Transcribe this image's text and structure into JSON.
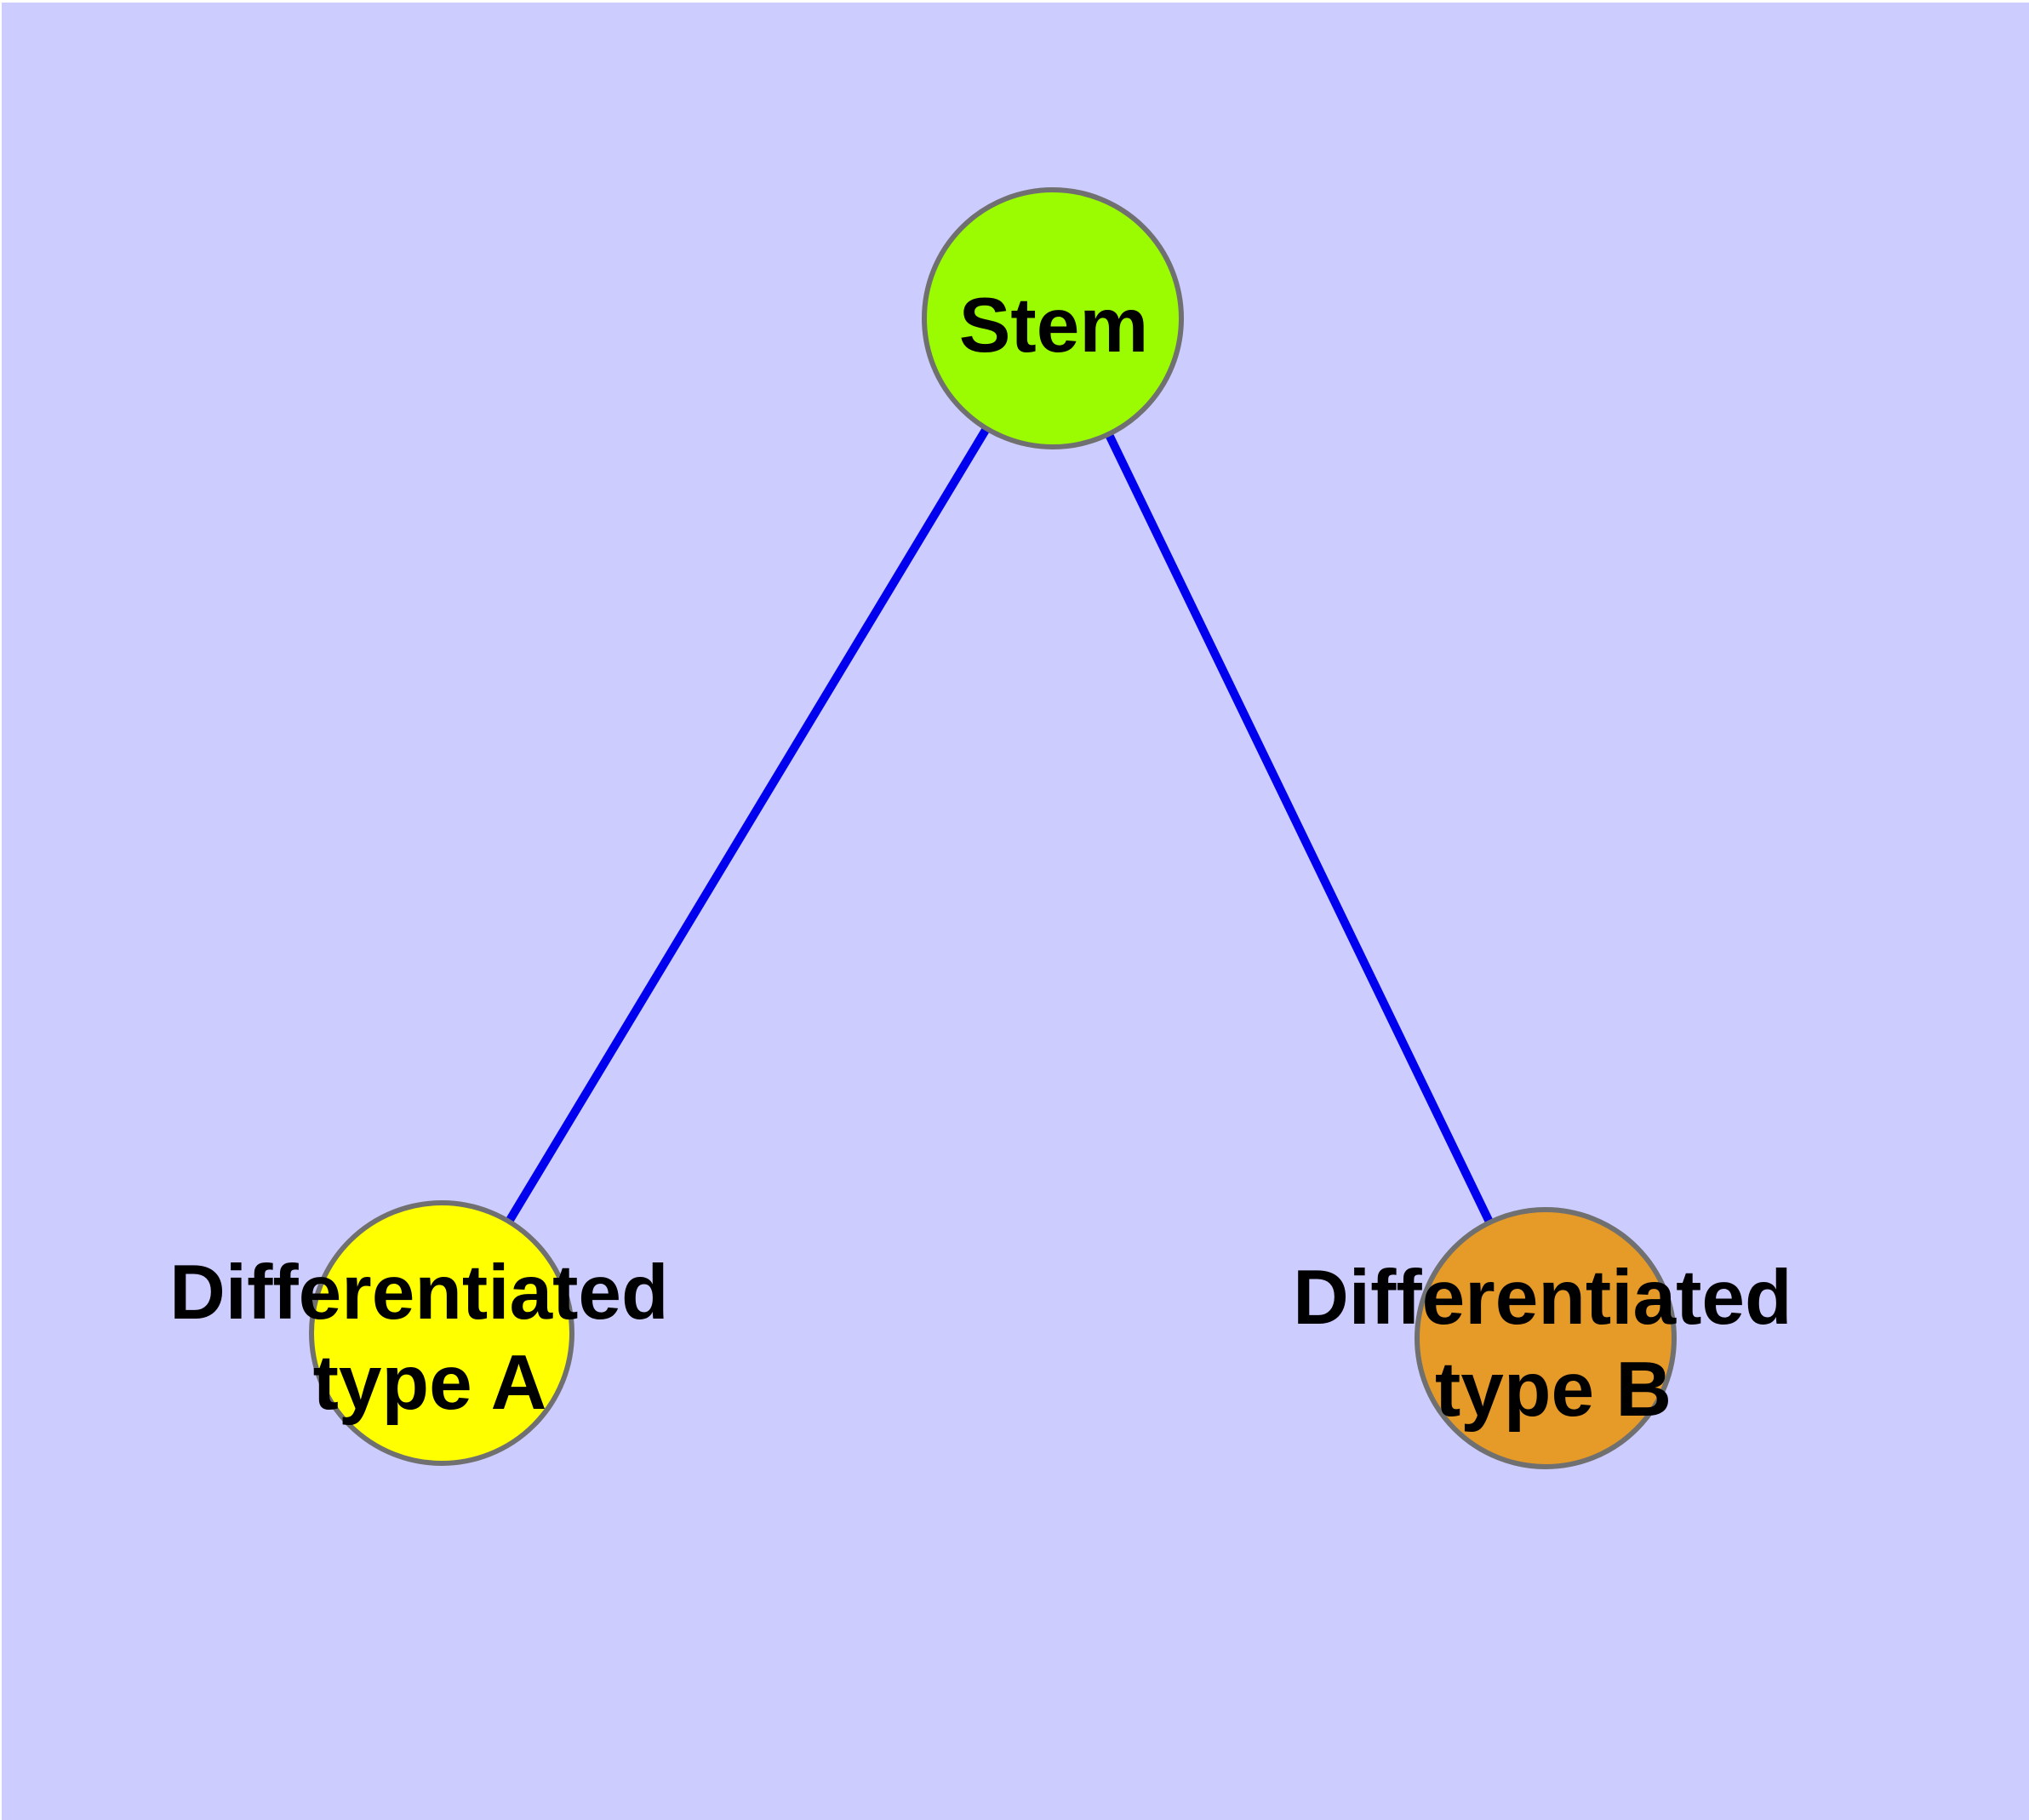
{
  "diagram": {
    "background_color": "#CCCCFF",
    "frame_color": "#FFFFFF",
    "label_color": "#000000",
    "node_border_color": "#707070",
    "edge_color": "#0000EE",
    "nodes": {
      "stem": {
        "label": "Stem",
        "color": "#9BFB00"
      },
      "type_a": {
        "label_line1": "Differentiated",
        "label_line2": "type A",
        "color": "#FFFF00"
      },
      "type_b": {
        "label_line1": "Differentiated",
        "label_line2": "type B",
        "color": "#E69A28"
      }
    },
    "edges": [
      {
        "from": "Stem",
        "to": "Differentiated type A"
      },
      {
        "from": "Stem",
        "to": "Differentiated type B"
      }
    ]
  }
}
